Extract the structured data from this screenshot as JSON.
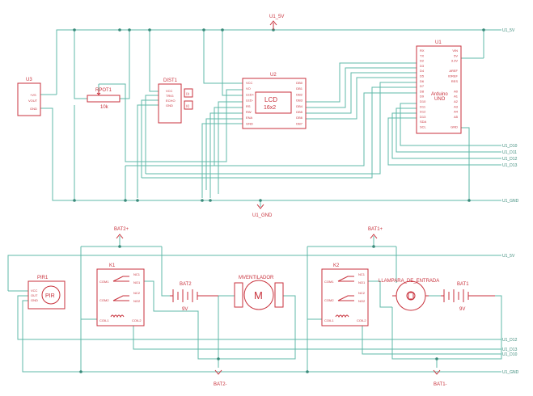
{
  "power": {
    "u1_5v": "U1_5V",
    "u1_gnd": "U1_GND",
    "bat2_plus": "BAT2+",
    "bat2_minus": "BAT2-",
    "bat1_plus": "BAT1+",
    "bat1_minus": "BAT1-"
  },
  "net_labels": {
    "u1_5v_a": "U1_5V",
    "u1_d10": "U1_D10",
    "u1_d11": "U1_D11",
    "u1_d12": "U1_D12",
    "u1_d13": "U1_D13",
    "u1_gnd_a": "U1_GND",
    "u1_5v_b": "U1_5V",
    "u1_d12_b": "U1_D12",
    "u1_d13_b": "U1_D13",
    "u1_d10_b": "U1_D10",
    "u1_gnd_b": "U1_GND"
  },
  "u3": {
    "name": "U3",
    "pins": [
      "+VS",
      "VOUT",
      "GND"
    ]
  },
  "rpot": {
    "name": "RPOT1",
    "value": "10k"
  },
  "dist": {
    "name": "DIST1",
    "pins": [
      "VCC",
      "TRIG",
      "ECHO",
      "GND"
    ]
  },
  "lcd": {
    "name": "U2",
    "label_top": "LCD",
    "label_bottom": "16x2",
    "pins_left": [
      "VCC",
      "VO",
      "LED+",
      "LED-",
      "RS",
      "RW",
      "ENA",
      "GND"
    ],
    "pins_right": [
      "DB0",
      "DB1",
      "DB2",
      "DB3",
      "DB4",
      "DB5",
      "DB6",
      "DB7"
    ]
  },
  "arduino": {
    "name": "U1",
    "label_top": "Arduino",
    "label_bottom": "UNO",
    "pins_left": [
      "RX",
      "TX",
      "D2",
      "D3",
      "D4",
      "D5",
      "D6",
      "D7",
      "D8",
      "D9",
      "D10",
      "D11",
      "D12",
      "D13",
      "SDA",
      "SCL"
    ],
    "pins_right": [
      "VIN",
      "5V",
      "3.3V",
      "",
      "AREF",
      "IOREF",
      "RES",
      "",
      "A0",
      "A1",
      "A2",
      "A3",
      "A4",
      "A5",
      "",
      "GND"
    ]
  },
  "pir": {
    "name": "PIR1",
    "label": "PIR",
    "pins": [
      "VCC",
      "OUT",
      "GND"
    ]
  },
  "k1": {
    "name": "K1",
    "pins_left": [
      "COM1",
      "COM2",
      "COIL1"
    ],
    "pins_right": [
      "NC1",
      "NO1",
      "NC2",
      "NO2",
      "COIL2"
    ]
  },
  "bat2": {
    "name": "BAT2",
    "value": "9V"
  },
  "motor": {
    "name": "MVENTILADOR",
    "label": "M"
  },
  "k2": {
    "name": "K2",
    "pins_left": [
      "COM1",
      "COM2",
      "COIL1"
    ],
    "pins_right": [
      "NC1",
      "NO1",
      "NC2",
      "NO2",
      "COIL2"
    ]
  },
  "lamp": {
    "name": "LLAMPARA_DE_ENTRADA"
  },
  "bat1": {
    "name": "BAT1",
    "value": "9V"
  }
}
